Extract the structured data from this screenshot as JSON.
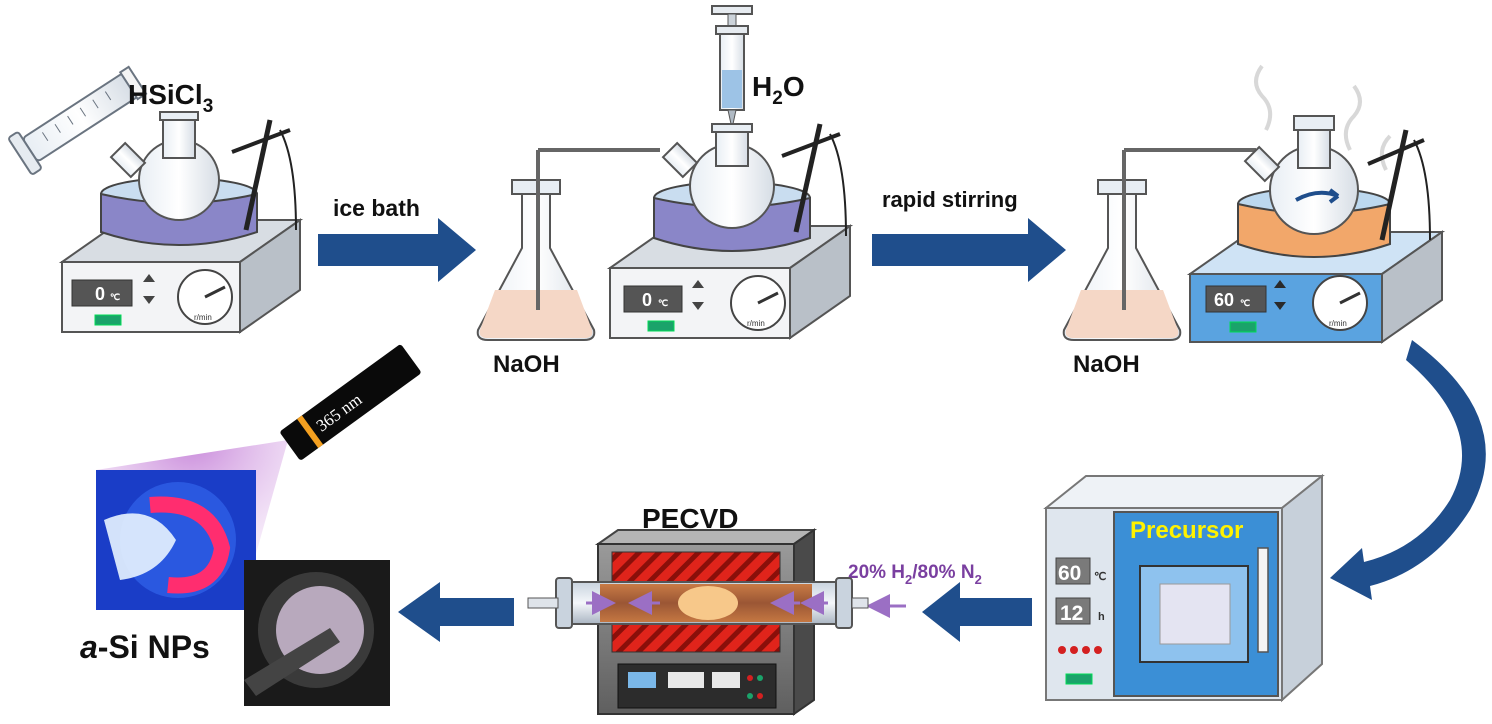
{
  "reagents": {
    "hsicl3_main": "HSiCl",
    "hsicl3_sub": "3",
    "h2o_pre": "H",
    "h2o_sub": "2",
    "h2o_post": "O",
    "naoh_1": "NaOH",
    "naoh_2": "NaOH"
  },
  "steps": {
    "ice_bath": "ice bath",
    "rapid_stirring": "rapid stirring",
    "pecvd": "PECVD",
    "precursor": "Precursor",
    "product_italic": "a",
    "product_rest": "-Si NPs"
  },
  "gas": {
    "part1": "20% H",
    "sub1": "2",
    "part2": "/80% N",
    "sub2": "2"
  },
  "hotplates": [
    {
      "temp": "0",
      "unit": "℃",
      "dial": "r/min"
    },
    {
      "temp": "0",
      "unit": "℃",
      "dial": "r/min"
    },
    {
      "temp": "60",
      "unit": "℃",
      "dial": "r/min"
    }
  ],
  "oven": {
    "temp": "60",
    "temp_unit": "℃",
    "time": "12",
    "time_unit": "h"
  },
  "uv_lamp": {
    "label": "365 nm"
  },
  "colors": {
    "arrow_blue": "#1f4e8c",
    "bath_cold": "#8a86c8",
    "bath_hot": "#f2a76a",
    "plate_hot": "#5aa3e0",
    "gas_purple": "#7a3fa0",
    "precursor_yellow": "#fff200",
    "oven_frame": "#dfe6ee",
    "oven_inner": "#3b8fd6"
  }
}
